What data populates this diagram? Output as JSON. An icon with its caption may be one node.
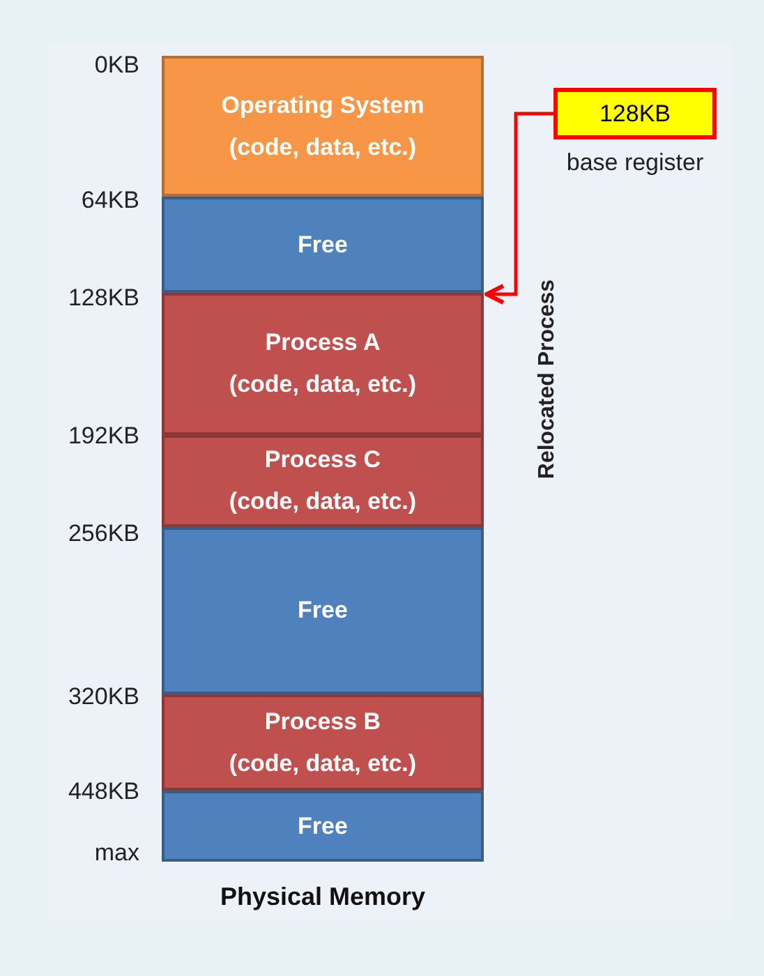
{
  "diagram": {
    "nodes": [
      {
        "text": [
          "Operating System",
          "(code, data, etc.)"
        ]
      },
      {
        "text": [
          "Free"
        ]
      },
      {
        "text": [
          "Process A",
          "(code, data, etc.)"
        ]
      },
      {
        "text": [
          "Process C",
          "(code, data, etc.)"
        ]
      },
      {
        "text": [
          "Free"
        ]
      },
      {
        "text": [
          "Process B",
          "(code, data, etc.)"
        ]
      },
      {
        "text": [
          "Free"
        ]
      },
      {
        "text": [
          "128KB"
        ],
        "beside": [
          "base register"
        ]
      }
    ],
    "edges": [
      {
        "from": 7,
        "to": 2,
        "arrow": "to",
        "color": "#ff0000"
      }
    ],
    "labels": [
      "0KB",
      "64KB",
      "128KB",
      "192KB",
      "256KB",
      "320KB",
      "448KB",
      "max",
      "Relocated Process",
      "Physical Memory"
    ]
  }
}
